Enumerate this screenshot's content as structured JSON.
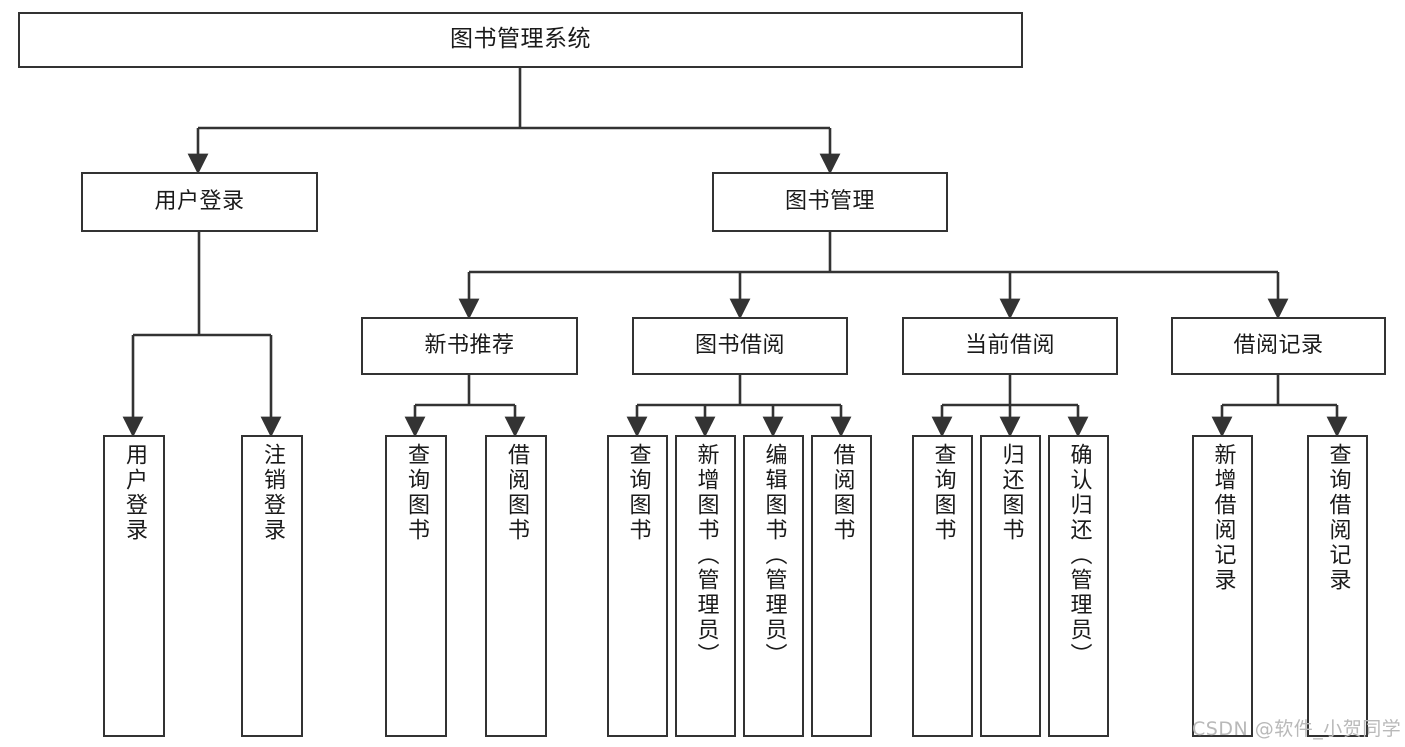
{
  "diagram": {
    "type": "tree",
    "title": "图书管理系统",
    "colors": {
      "stroke": "#333333",
      "fill": "#ffffff",
      "text": "#1a1a1a",
      "watermark": "#b9b9b9"
    },
    "nodes": {
      "root": {
        "label": "图书管理系统"
      },
      "level2": [
        {
          "label": "用户登录"
        },
        {
          "label": "图书管理"
        }
      ],
      "level3": [
        {
          "label": "新书推荐"
        },
        {
          "label": "图书借阅"
        },
        {
          "label": "当前借阅"
        },
        {
          "label": "借阅记录"
        }
      ],
      "leaves": {
        "user_login": [
          {
            "label": "用户登录"
          },
          {
            "label": "注销登录"
          }
        ],
        "new_book": [
          {
            "label": "查询图书"
          },
          {
            "label": "借阅图书"
          }
        ],
        "borrow": [
          {
            "label": "查询图书"
          },
          {
            "label": "新增图书（管理员）"
          },
          {
            "label": "编辑图书（管理员）"
          },
          {
            "label": "借阅图书"
          }
        ],
        "current": [
          {
            "label": "查询图书"
          },
          {
            "label": "归还图书"
          },
          {
            "label": "确认归还（管理员）"
          }
        ],
        "records": [
          {
            "label": "新增借阅记录"
          },
          {
            "label": "查询借阅记录"
          }
        ]
      }
    },
    "watermark": "CSDN @软件_小贺同学"
  }
}
